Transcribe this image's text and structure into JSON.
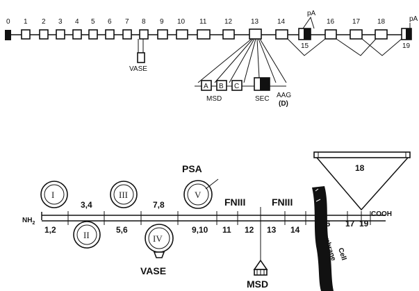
{
  "gene_map": {
    "exon_numbers": [
      "0",
      "1",
      "2",
      "3",
      "4",
      "5",
      "6",
      "7",
      "8",
      "9",
      "10",
      "11",
      "12",
      "13",
      "14",
      "15",
      "16",
      "17",
      "18",
      "19"
    ],
    "polyA_labels": [
      "pA",
      "pA"
    ],
    "alt_exons": {
      "vase": "VASE",
      "msd_boxes": [
        "A",
        "B",
        "C"
      ],
      "msd": "MSD",
      "sec": "SEC",
      "aag": "AAG",
      "aag_sub": "(D)"
    }
  },
  "protein": {
    "nh2": "NH",
    "nh2_sub": "2",
    "cooh": "COOH",
    "ig_domains": [
      "I",
      "II",
      "III",
      "IV",
      "V"
    ],
    "exon_pairs": [
      "1,2",
      "3,4",
      "5,6",
      "7,8",
      "9,10"
    ],
    "psa": "PSA",
    "vase": "VASE",
    "fn_domains": [
      "FNIII",
      "FNIII"
    ],
    "exon_numbers_lower": [
      "11",
      "12",
      "13",
      "14",
      "16",
      "17",
      "19"
    ],
    "exon_18": "18",
    "msd": "MSD",
    "membrane_label": "membrane",
    "cell_label": "Cell"
  }
}
